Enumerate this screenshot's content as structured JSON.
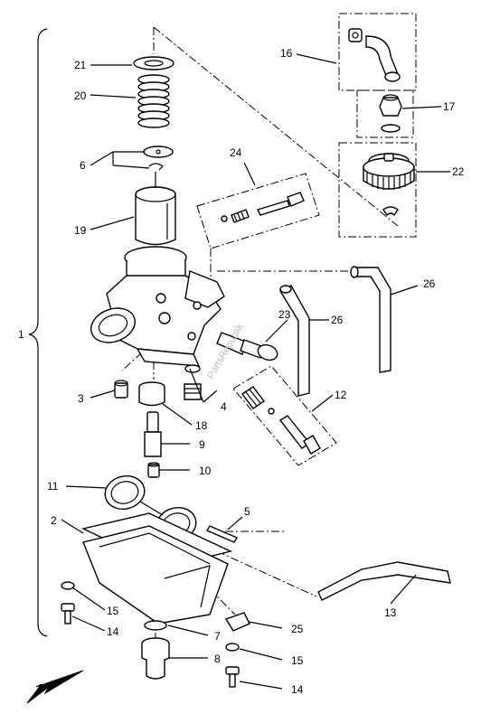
{
  "diagram": {
    "watermark": "PartsRepublik",
    "callouts": [
      {
        "id": "c1",
        "label": "1"
      },
      {
        "id": "c2",
        "label": "2"
      },
      {
        "id": "c3",
        "label": "3"
      },
      {
        "id": "c4",
        "label": "4"
      },
      {
        "id": "c5",
        "label": "5"
      },
      {
        "id": "c6",
        "label": "6"
      },
      {
        "id": "c7",
        "label": "7"
      },
      {
        "id": "c8",
        "label": "8"
      },
      {
        "id": "c9",
        "label": "9"
      },
      {
        "id": "c10",
        "label": "10"
      },
      {
        "id": "c11",
        "label": "11"
      },
      {
        "id": "c12",
        "label": "12"
      },
      {
        "id": "c13",
        "label": "13"
      },
      {
        "id": "c14a",
        "label": "14"
      },
      {
        "id": "c14b",
        "label": "14"
      },
      {
        "id": "c15a",
        "label": "15"
      },
      {
        "id": "c15b",
        "label": "15"
      },
      {
        "id": "c16",
        "label": "16"
      },
      {
        "id": "c17",
        "label": "17"
      },
      {
        "id": "c18",
        "label": "18"
      },
      {
        "id": "c19",
        "label": "19"
      },
      {
        "id": "c20",
        "label": "20"
      },
      {
        "id": "c21",
        "label": "21"
      },
      {
        "id": "c22",
        "label": "22"
      },
      {
        "id": "c23",
        "label": "23"
      },
      {
        "id": "c24",
        "label": "24"
      },
      {
        "id": "c25",
        "label": "25"
      },
      {
        "id": "c26a",
        "label": "26"
      },
      {
        "id": "c26b",
        "label": "26"
      }
    ]
  }
}
